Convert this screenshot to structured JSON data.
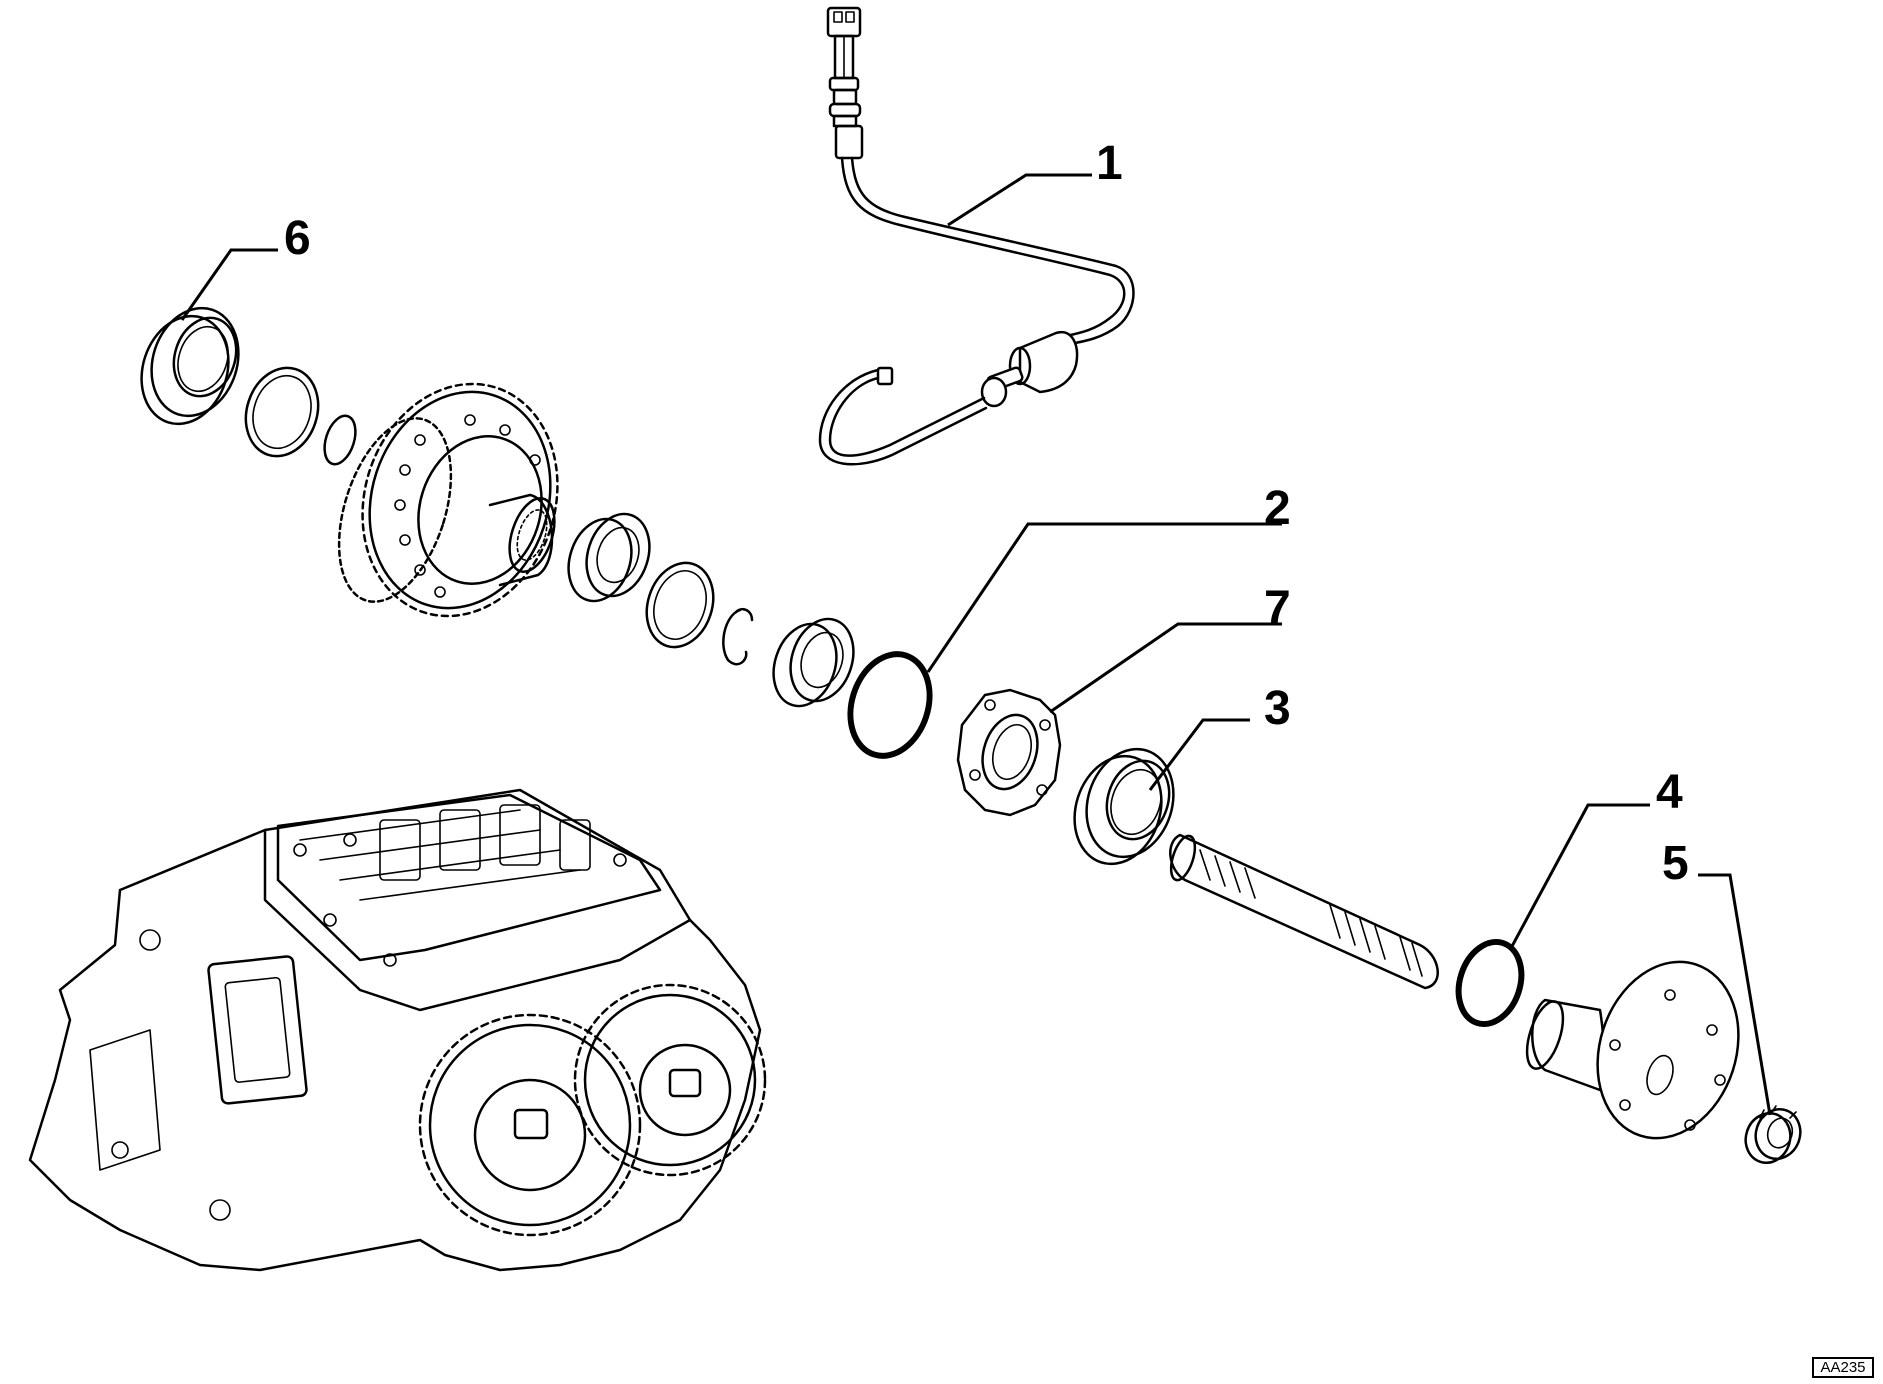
{
  "callouts": {
    "c1": "1",
    "c2": "2",
    "c3": "3",
    "c4": "4",
    "c5": "5",
    "c6": "6",
    "c7": "7"
  },
  "reference_code": "AA235",
  "colors": {
    "line": "#000000",
    "background": "#ffffff"
  }
}
